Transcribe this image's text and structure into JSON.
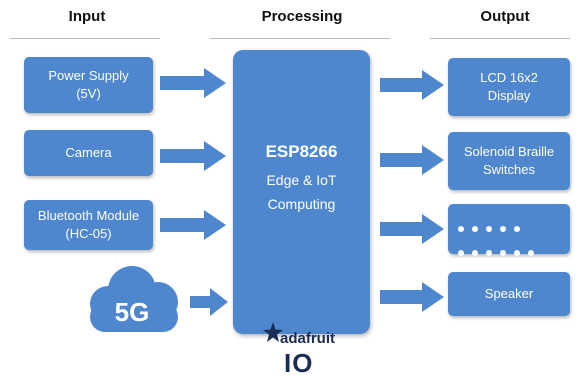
{
  "headers": {
    "input": "Input",
    "processing": "Processing",
    "output": "Output"
  },
  "inputs": {
    "power": "Power Supply\n(5V)",
    "camera": "Camera",
    "bluetooth": "Bluetooth Module\n(HC-05)",
    "network": "5G"
  },
  "processing": {
    "title": "ESP8266",
    "subtitle": "Edge & IoT\nComputing"
  },
  "outputs": {
    "lcd": "LCD 16x2\nDisplay",
    "solenoid": "Solenoid Braille\nSwitches",
    "speaker": "Speaker"
  },
  "logo": {
    "brand": "adafruit",
    "suffix": "IO"
  },
  "colors": {
    "box": "#4f87cf",
    "arrow": "#4f87cf",
    "cloud": "#4f87cf",
    "logo": "#1b2d55"
  }
}
